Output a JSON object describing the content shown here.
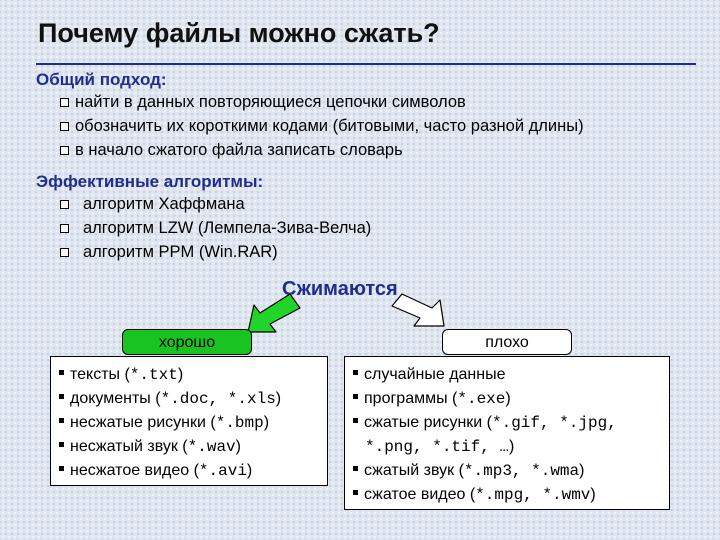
{
  "title": "Почему файлы можно сжать?",
  "approach": {
    "heading": "Общий подход:",
    "items": [
      "найти в данных повторяющиеся цепочки символов",
      "обозначить их короткими кодами (битовыми, часто разной длины)",
      "в начало сжатого файла записать словарь"
    ]
  },
  "algorithms": {
    "heading": "Эффективные алгоритмы:",
    "items": [
      "алгоритм Хаффмана",
      "алгоритм LZW (Лемпела-Зива-Велча)",
      "алгоритм PPM (Win.RAR)"
    ]
  },
  "compress_label": "Сжимаются",
  "good": {
    "label": "хорошо",
    "items": [
      {
        "text": "тексты (",
        "code": "*.txt",
        "tail": ")"
      },
      {
        "text": "документы (",
        "code": "*.doc, *.xls",
        "tail": ")"
      },
      {
        "text": "несжатые рисунки (",
        "code": "*.bmp",
        "tail": ")"
      },
      {
        "text": "несжатый звук (",
        "code": "*.wav",
        "tail": ")"
      },
      {
        "text": "несжатое видео (",
        "code": "*.avi",
        "tail": ")"
      }
    ]
  },
  "bad": {
    "label": "плохо",
    "items": [
      {
        "text": "случайные данные",
        "code": "",
        "tail": ""
      },
      {
        "text": "программы (",
        "code": "*.exe",
        "tail": ")"
      },
      {
        "text": "сжатые рисунки (",
        "code": "*.gif, *.jpg,",
        "tail": ""
      },
      {
        "text": "",
        "code": "*.png, *.tif, …",
        "tail": ")",
        "continuation": true
      },
      {
        "text": "сжатый звук (",
        "code": "*.mp3, *.wma",
        "tail": ")"
      },
      {
        "text": "сжатое видео (",
        "code": "*.mpg, *.wmv",
        "tail": ")"
      }
    ]
  },
  "colors": {
    "heading": "#1f2e8c",
    "good_tag": "#19c421",
    "good_arrow": "#22d42a",
    "bad_arrow": "#ffffff"
  },
  "icons": {
    "list_bullet": "hollow-square",
    "panel_bullet": "filled-square",
    "good_arrow": "arrow-down-left",
    "bad_arrow": "arrow-down-right"
  }
}
